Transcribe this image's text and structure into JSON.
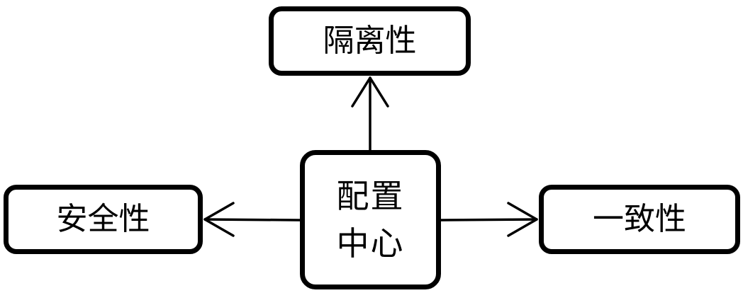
{
  "diagram": {
    "center": {
      "line1": "配置",
      "line2": "中心"
    },
    "nodes": {
      "top": "隔离性",
      "left": "安全性",
      "right": "一致性"
    },
    "edges": [
      {
        "from": "center",
        "to": "top"
      },
      {
        "from": "center",
        "to": "left"
      },
      {
        "from": "center",
        "to": "right"
      }
    ]
  }
}
